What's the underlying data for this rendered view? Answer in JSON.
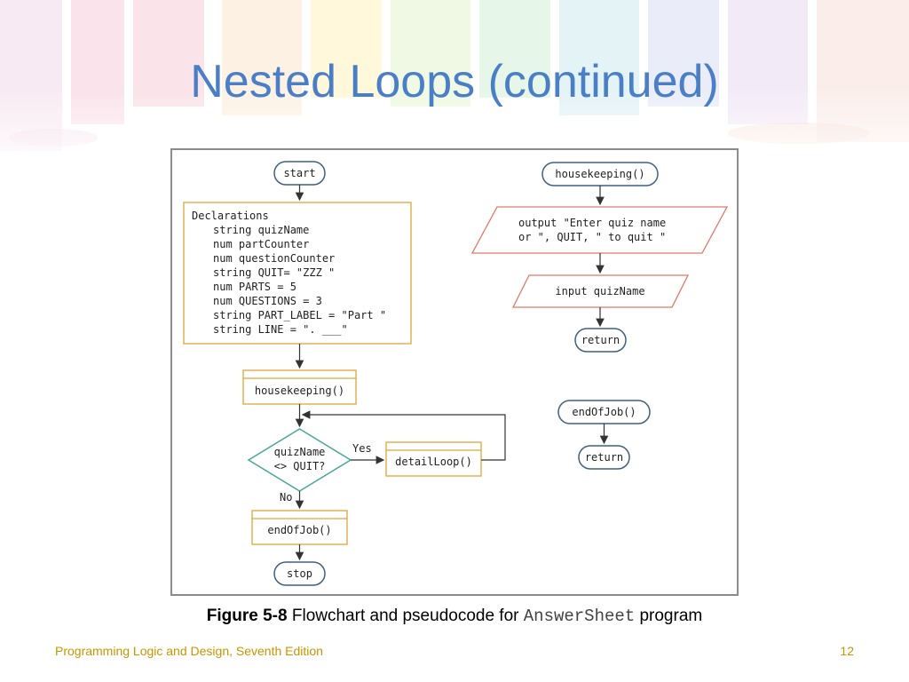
{
  "slide": {
    "title": "Nested Loops (continued)",
    "footer_left": "Programming Logic and Design, Seventh Edition",
    "page_number": "12"
  },
  "caption": {
    "figure_number": "Figure 5-8",
    "text_before": "Flowchart and pseudocode for",
    "program_name": "AnswerSheet",
    "text_after": "program"
  },
  "flowchart": {
    "main": {
      "start": "start",
      "declarations": [
        "Declarations",
        "string quizName",
        "num partCounter",
        "num questionCounter",
        "string QUIT= \"ZZZ \"",
        "num PARTS = 5",
        "num QUESTIONS = 3",
        "string PART_LABEL = \"Part \"",
        "string LINE = \". ___\""
      ],
      "housekeeping_call": "housekeeping()",
      "decision_line1": "quizName",
      "decision_line2": "<> QUIT?",
      "yes_label": "Yes",
      "no_label": "No",
      "detail_call": "detailLoop()",
      "end_call": "endOfJob()",
      "stop": "stop"
    },
    "housekeeping_module": {
      "name": "housekeeping()",
      "output_line1": "output \"Enter quiz name",
      "output_line2": "or \", QUIT, \" to quit \"",
      "input": "input quizName",
      "return": "return"
    },
    "end_module": {
      "name": "endOfJob()",
      "return": "return"
    },
    "colors": {
      "terminal_stroke": "#3f5f82",
      "process_stroke": "#e0a63c",
      "io_stroke": "#e07a6a",
      "decision_stroke": "#4aa59a",
      "arrow": "#333333"
    }
  }
}
